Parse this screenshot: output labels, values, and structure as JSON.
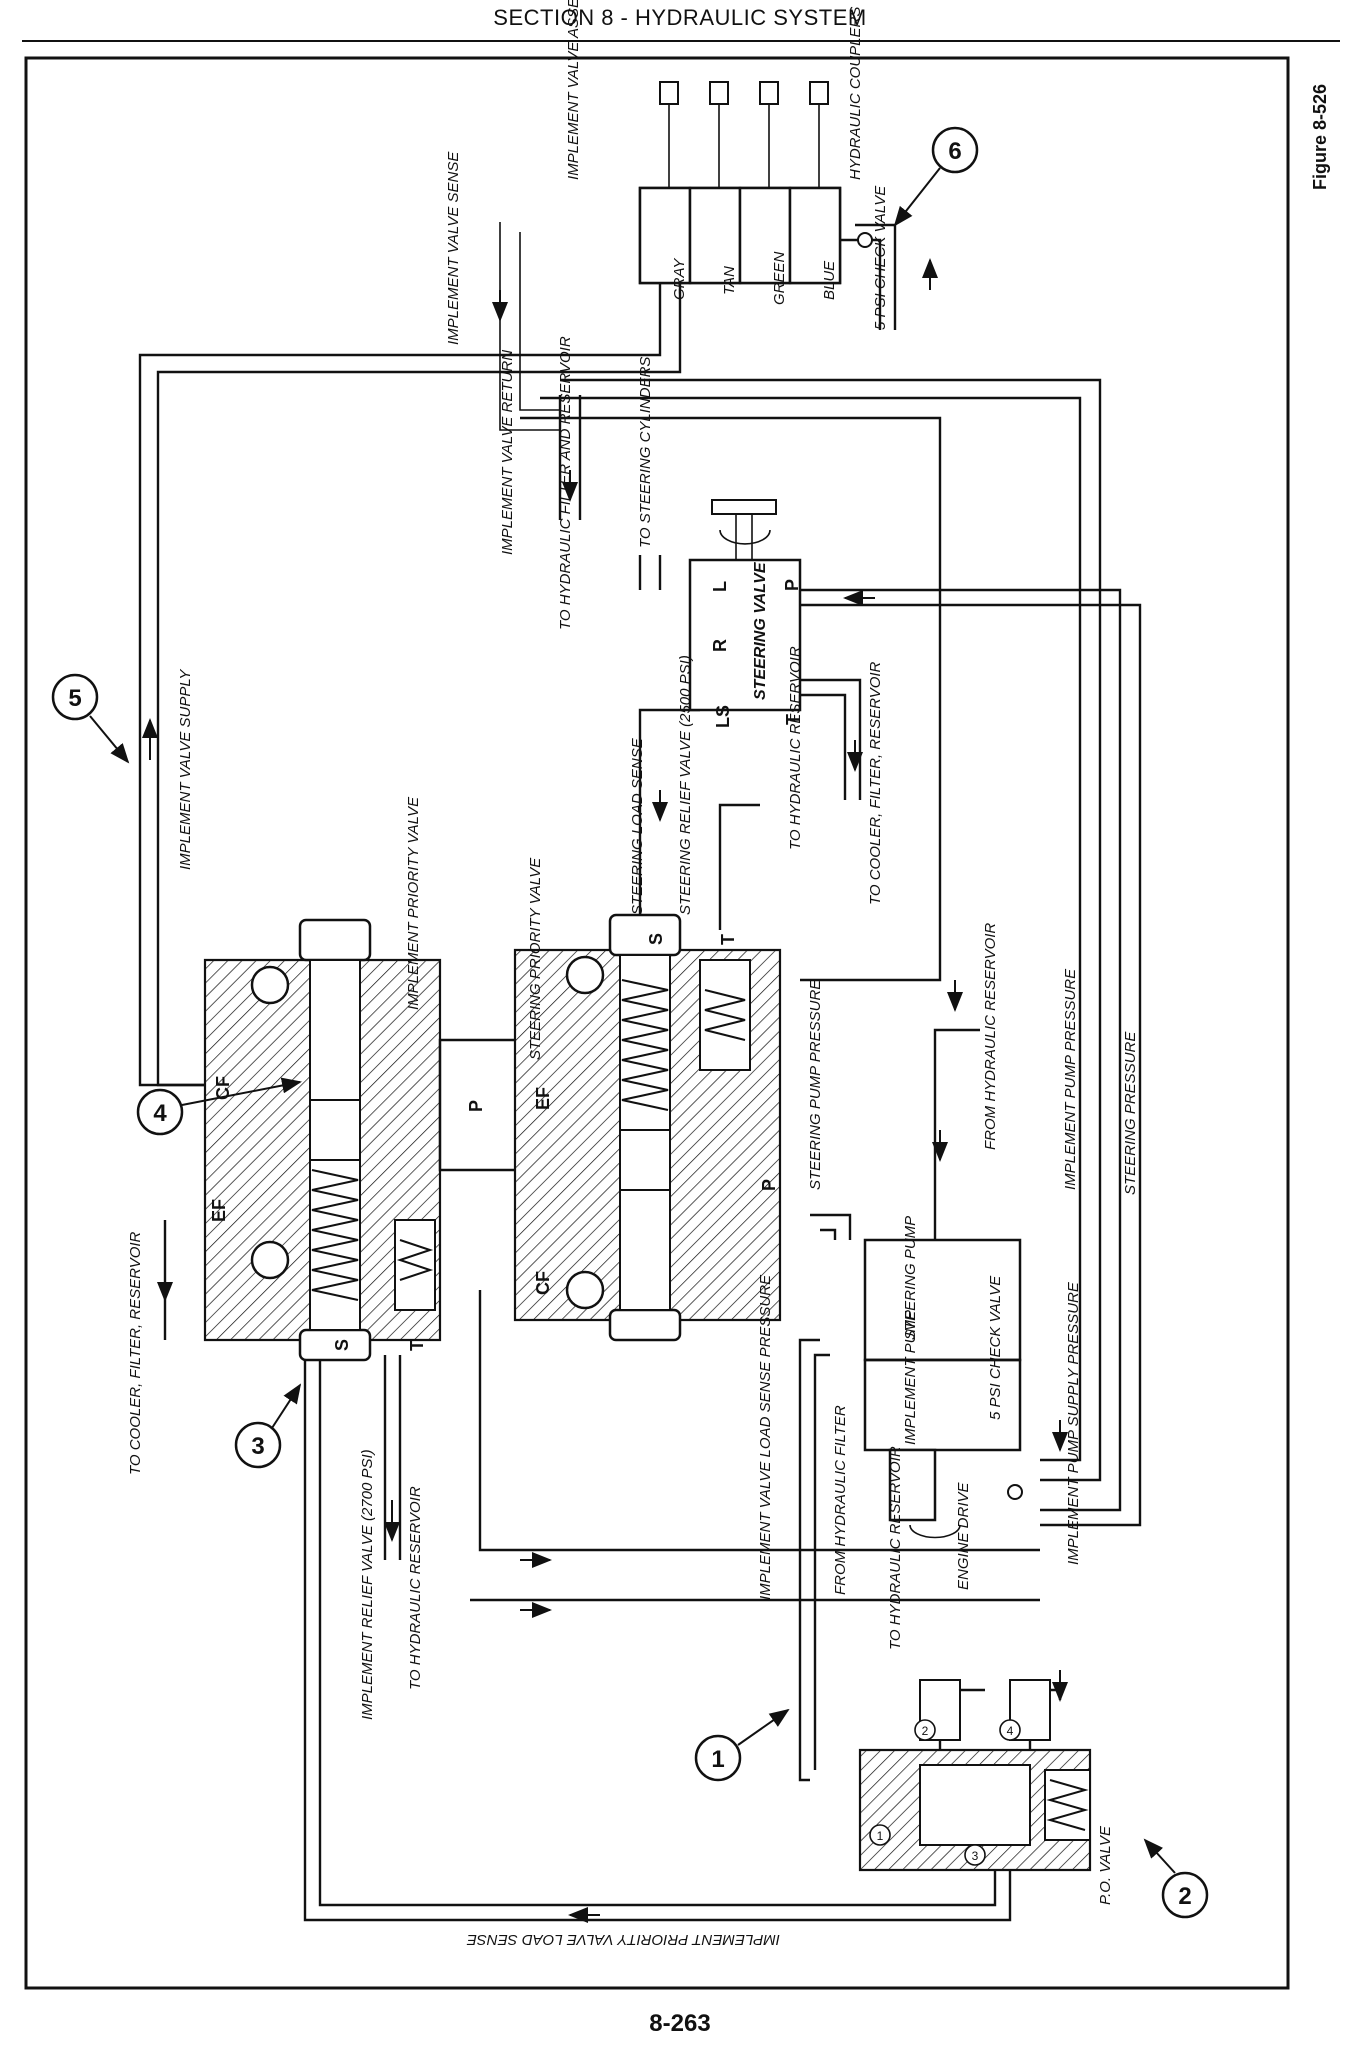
{
  "header": {
    "title": "SECTION 8 - HYDRAULIC SYSTEM"
  },
  "footer": {
    "page_number": "8-263"
  },
  "figure": {
    "label": "Figure 8-526"
  },
  "callouts": [
    "1",
    "2",
    "3",
    "4",
    "5",
    "6"
  ],
  "ports": {
    "cf": "CF",
    "ef": "EF",
    "p": "P",
    "s": "S",
    "t": "T",
    "ls": "LS",
    "r": "R",
    "l": "L"
  },
  "labels": {
    "implement_valve_supply": "IMPLEMENT VALVE SUPPLY",
    "implement_valve_sense": "IMPLEMENT VALVE SENSE",
    "implement_valve_assembly": "IMPLEMENT VALVE ASSEMBLY",
    "hydraulic_couplers": "HYDRAULIC COUPLERS",
    "gray": "GRAY",
    "tan": "TAN",
    "green": "GREEN",
    "blue": "BLUE",
    "check_valve_5psi_top": "5 PSI CHECK VALVE",
    "implement_valve_return": "IMPLEMENT VALVE RETURN",
    "to_hydraulic_filter_and_reservoir": "TO HYDRAULIC FILTER AND RESERVOIR",
    "to_steering_cylinders": "TO STEERING CYLINDERS",
    "steering_valve": "STEERING VALVE",
    "steering_load_sense": "STEERING LOAD SENSE",
    "steering_relief_valve": "STEERING RELIEF VALVE (2500 PSI)",
    "to_hydraulic_reservoir_top": "TO HYDRAULIC RESERVOIR",
    "to_cooler_filter_reservoir_top": "TO COOLER, FILTER, RESERVOIR",
    "implement_pump_pressure": "IMPLEMENT PUMP PRESSURE",
    "steering_pressure": "STEERING PRESSURE",
    "implement_priority_valve": "IMPLEMENT PRIORITY VALVE",
    "steering_priority_valve": "STEERING PRIORITY VALVE",
    "from_hydraulic_reservoir": "FROM HYDRAULIC RESERVOIR",
    "steering_pump_pressure": "STEERING PUMP PRESSURE",
    "steering_pump": "STEERING PUMP",
    "implement_pump": "IMPLEMENT PUMP",
    "check_valve_5psi_pump": "5 PSI CHECK VALVE",
    "implement_pump_supply_pressure": "IMPLEMENT PUMP SUPPLY PRESSURE",
    "engine_drive": "ENGINE DRIVE",
    "from_hydraulic_filter": "FROM HYDRAULIC FILTER",
    "implement_valve_load_sense_pressure": "IMPLEMENT VALVE LOAD SENSE PRESSURE",
    "to_cooler_filter_reservoir_left": "TO COOLER, FILTER, RESERVOIR",
    "implement_relief_valve": "IMPLEMENT RELIEF VALVE (2700 PSI)",
    "to_hydraulic_reservoir_left": "TO HYDRAULIC RESERVOIR",
    "to_hydraulic_reservoir_po": "TO HYDRAULIC RESERVOIR",
    "po_valve": "P.O. VALVE",
    "implement_priority_valve_load_sense": "IMPLEMENT PRIORITY VALVE LOAD SENSE"
  },
  "po_ports": [
    "1",
    "2",
    "3",
    "4"
  ]
}
